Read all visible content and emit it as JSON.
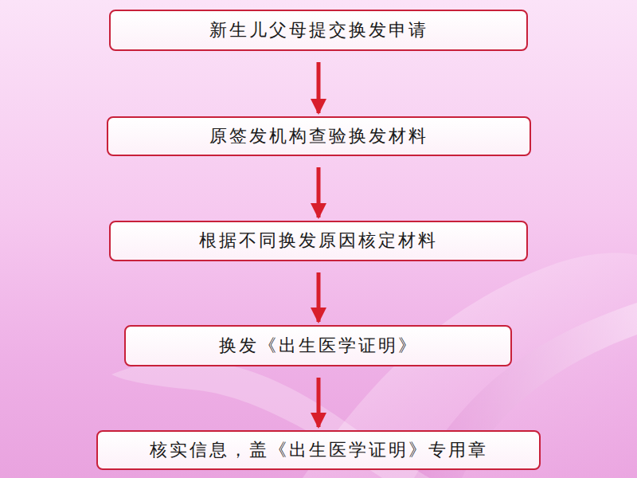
{
  "diagram": {
    "nodes": [
      {
        "text": [
          "新生儿父母提交换发申请"
        ]
      },
      {
        "text": [
          "原签发机构查验换发材料"
        ]
      },
      {
        "text": [
          "根据不同换发原因核定材料"
        ]
      },
      {
        "text": [
          "换发《出生医学证明》"
        ]
      },
      {
        "text": [
          "核实信息，盖《出生医学证明》专用章"
        ]
      }
    ],
    "edges": [
      {
        "from": 0,
        "to": 1,
        "arrow": "to"
      },
      {
        "from": 1,
        "to": 2,
        "arrow": "to"
      },
      {
        "from": 2,
        "to": 3,
        "arrow": "to"
      },
      {
        "from": 3,
        "to": 4,
        "arrow": "to"
      }
    ]
  }
}
